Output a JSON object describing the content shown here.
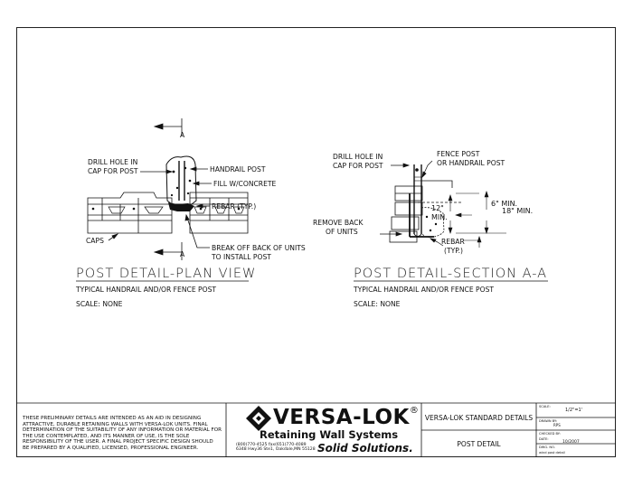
{
  "plan": {
    "section_mark": "A",
    "callout_drill": [
      "DRILL HOLE IN",
      "CAP FOR POST"
    ],
    "callout_handrail": "HANDRAIL POST",
    "callout_fill": "FILL W/CONCRETE",
    "callout_rebar": "REBAR (TYP.)",
    "callout_caps": "CAPS",
    "callout_break": [
      "BREAK OFF BACK OF UNITS",
      "TO INSTALL POST"
    ],
    "title": "POST DETAIL-PLAN VIEW",
    "subtitle": "TYPICAL HANDRAIL AND/OR FENCE POST",
    "scale": "SCALE: NONE"
  },
  "section": {
    "callout_drill": [
      "DRILL HOLE IN",
      "CAP FOR POST"
    ],
    "callout_fence": [
      "FENCE POST",
      "OR HANDRAIL POST"
    ],
    "dim_12": [
      "12\"",
      "MIN."
    ],
    "dim_6": "6\" MIN.",
    "dim_18": "18\" MIN.",
    "callout_remove": [
      "REMOVE BACK",
      "OF UNITS"
    ],
    "callout_rebar": [
      "REBAR",
      "(TYP.)"
    ],
    "title": "POST DETAIL-SECTION A-A",
    "subtitle": "TYPICAL HANDRAIL AND/OR FENCE POST",
    "scale": "SCALE: NONE"
  },
  "title_block": {
    "disclaimer": [
      "THESE PRELIMINARY DETAILS ARE INTENDED AS AN AID IN DESIGNING",
      "ATTRACTIVE, DURABLE RETAINING WALLS WITH VERSA-LOK UNITS.  FINAL",
      "DETERMINATION OF THE SUITABILITY OF ANY INFORMATION OR MATERIAL FOR",
      "THE USE CONTEMPLATED, AND ITS MANNER OF USE, IS THE SOLE",
      "RESPONSIBILITY OF THE USER.  A FINAL PROJECT SPECIFIC DESIGN SHOULD",
      "BE PREPARED BY A QUALIFIED, LICENSED, PROFESSIONAL ENGINEER."
    ],
    "brand": "VERSA-LOK",
    "registered": "®",
    "tagline": "Retaining Wall Systems",
    "contact": [
      "(800)770-4525  fax(651)770-4089",
      "6348 Hwy36 Ste1, Oakdale,MN 55128"
    ],
    "slogan": "Solid Solutions.",
    "sheet_series": "VERSA-LOK STANDARD DETAILS",
    "sheet_title": "POST DETAIL",
    "scale_label": "SCALE:",
    "scale_value": "1/2\"=1'",
    "drawn_label": "DRAWN BY:",
    "drawn_value": "RPS",
    "checked_label": "CHECKED BY:",
    "checked_value": "",
    "date_label": "DATE:",
    "date_value": "10/2007",
    "dwg_label": "DWG. NO.",
    "dwg_value": "wind post detail"
  }
}
